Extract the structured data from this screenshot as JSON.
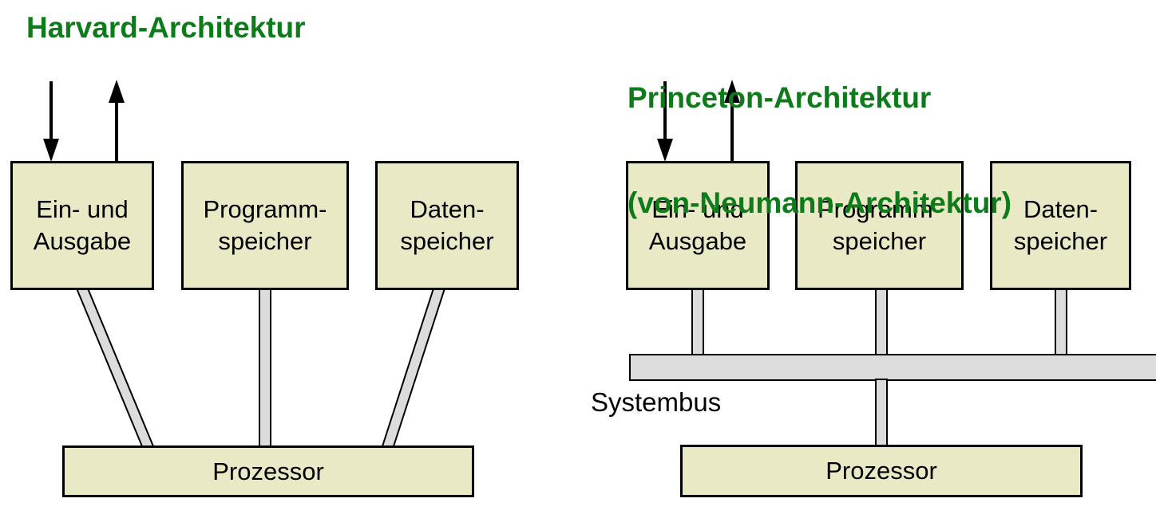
{
  "colors": {
    "title_green": "#0e7b1a",
    "box_fill": "#e9e9c6",
    "bus_fill": "#dcdcdc",
    "outline": "#000000"
  },
  "left": {
    "title": "Harvard-Architektur",
    "boxes": [
      {
        "id": "io",
        "label": "Ein- und\nAusgabe"
      },
      {
        "id": "program",
        "label": "Programm-\nspeicher"
      },
      {
        "id": "data",
        "label": "Daten-\nspeicher"
      },
      {
        "id": "processor",
        "label": "Prozessor"
      }
    ]
  },
  "right": {
    "title": "Princeton-Architektur",
    "subtitle": "(von-Neumann-Architektur)",
    "bus_label": "Systembus",
    "boxes": [
      {
        "id": "io",
        "label": "Ein- und\nAusgabe"
      },
      {
        "id": "program",
        "label": "Programm-\nspeicher"
      },
      {
        "id": "data",
        "label": "Daten-\nspeicher"
      },
      {
        "id": "processor",
        "label": "Prozessor"
      }
    ]
  }
}
